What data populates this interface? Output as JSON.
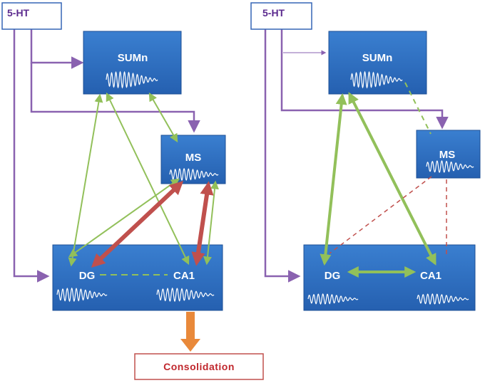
{
  "left_panel": {
    "ht": "5-HT",
    "sumn": "SUMn",
    "ms": "MS",
    "dg": "DG",
    "ca1": "CA1",
    "consolidation": "Consolidation"
  },
  "right_panel": {
    "ht": "5-HT",
    "sumn": "SUMn",
    "ms": "MS",
    "dg": "DG",
    "ca1": "CA1"
  },
  "colors": {
    "box_fill": "#2f6fc0",
    "box_edge": "#1c4f95",
    "serotonin_arrow": "#8a62b0",
    "green_connection": "#92c05a",
    "red_connection": "#c0504d",
    "consolidation_arrow": "#e9893a",
    "consolidation_text": "#c0272d",
    "ht_text": "#5b2a8e"
  }
}
